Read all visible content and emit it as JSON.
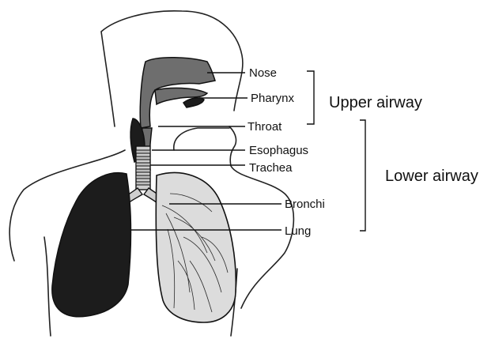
{
  "labels": {
    "nose": "Nose",
    "pharynx": "Pharynx",
    "throat": "Throat",
    "esophagus": "Esophagus",
    "trachea": "Trachea",
    "bronchi": "Bronchi",
    "lung": "Lung"
  },
  "groups": {
    "upper": "Upper airway",
    "lower": "Lower airway"
  }
}
